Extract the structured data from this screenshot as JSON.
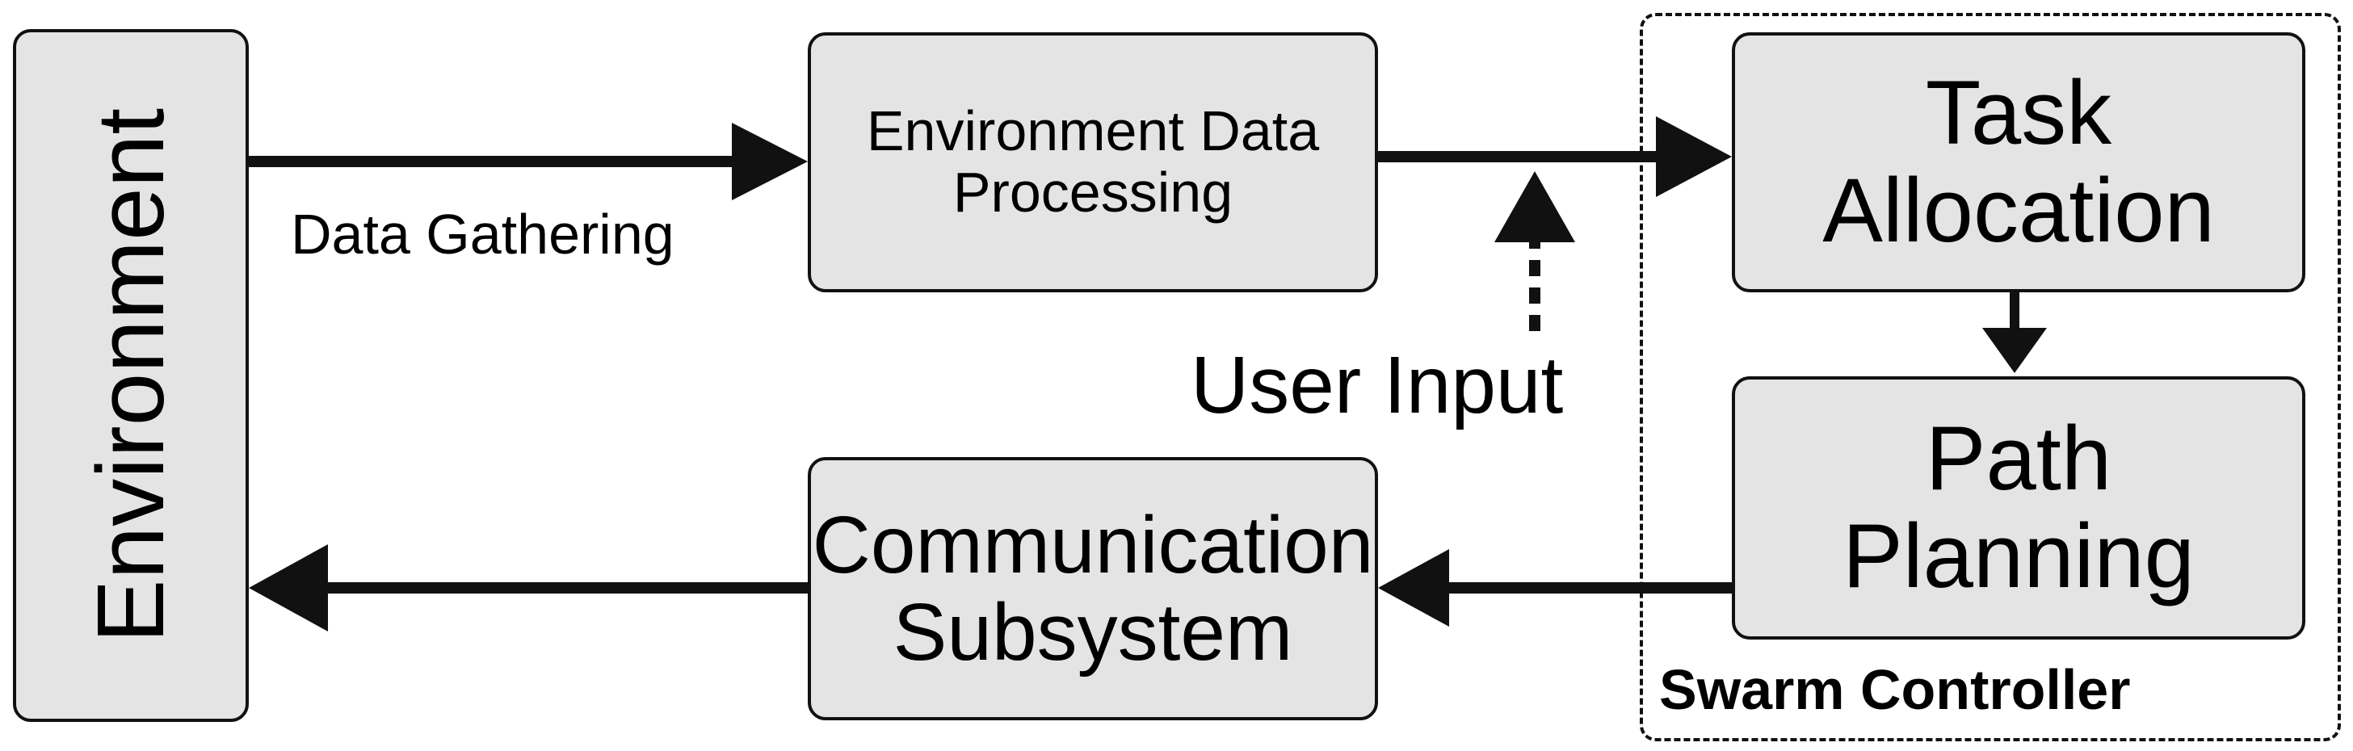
{
  "environment": {
    "label": "Environment"
  },
  "env_data_processing": {
    "lines": [
      "Environment Data",
      "Processing"
    ]
  },
  "task_allocation": {
    "lines": [
      "Task",
      "Allocation"
    ]
  },
  "path_planning": {
    "lines": [
      "Path",
      "Planning"
    ]
  },
  "communication_subsystem": {
    "lines": [
      "Communication",
      "Subsystem"
    ]
  },
  "edges": {
    "data_gathering": "Data Gathering",
    "user_input": "User Input"
  },
  "swarm_controller": {
    "label": "Swarm Controller"
  },
  "colors": {
    "box_fill": "#e4e4e4",
    "stroke": "#111111"
  }
}
